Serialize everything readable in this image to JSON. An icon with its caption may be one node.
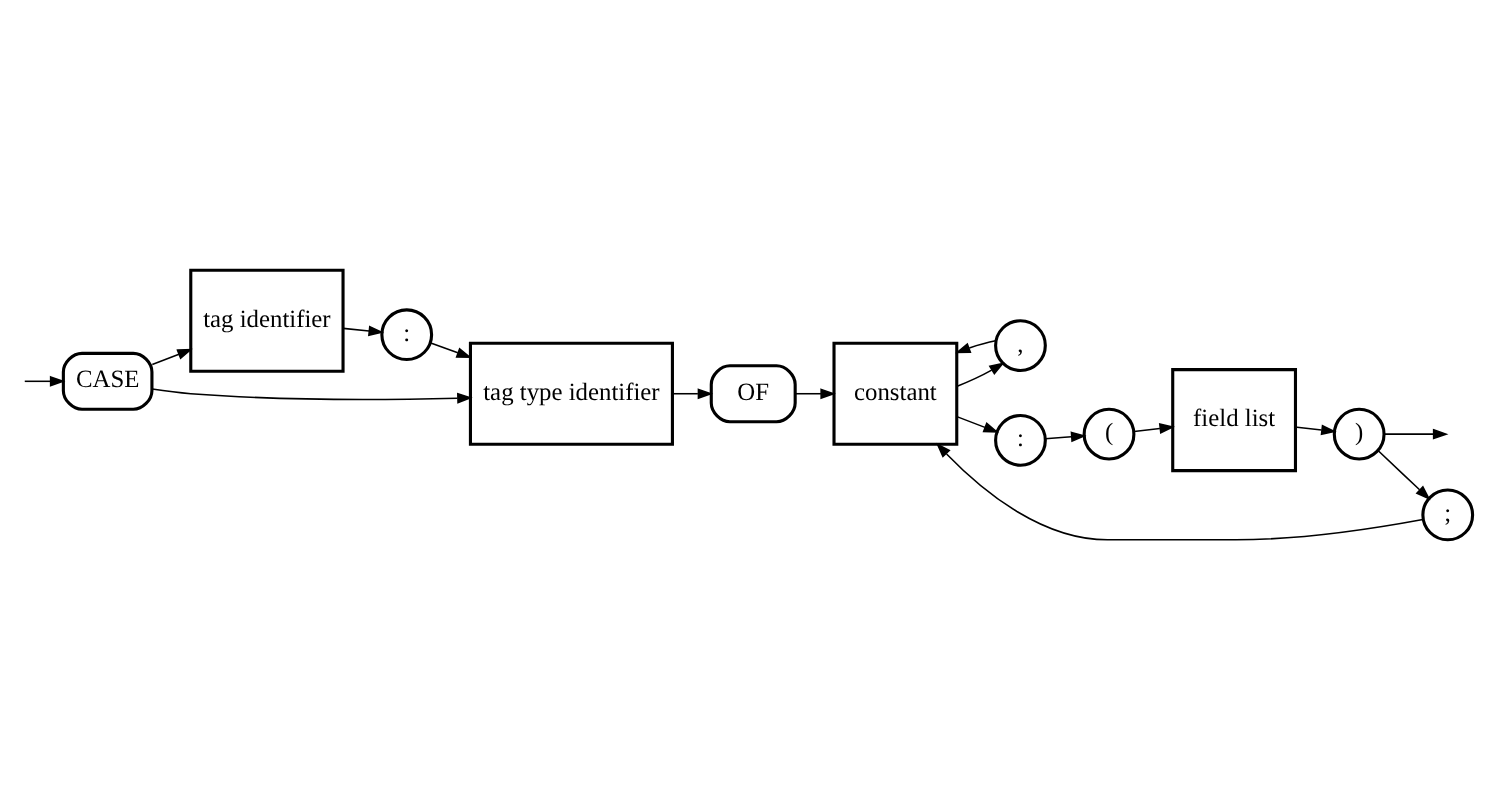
{
  "diagram": {
    "nodes": [
      {
        "text": [
          "CASE"
        ]
      },
      {
        "text": [
          "tag identifier"
        ]
      },
      {
        "text": [
          ":"
        ]
      },
      {
        "text": [
          "tag type identifier"
        ]
      },
      {
        "text": [
          "OF"
        ]
      },
      {
        "text": [
          "constant"
        ]
      },
      {
        "text": [
          ","
        ]
      },
      {
        "text": [
          ":"
        ]
      },
      {
        "text": [
          "("
        ]
      },
      {
        "text": [
          "field list"
        ]
      },
      {
        "text": [
          ")"
        ]
      },
      {
        "text": [
          ";"
        ]
      }
    ],
    "edges": [
      {
        "from": null,
        "to": 0,
        "arrow": "to"
      },
      {
        "from": 0,
        "to": 1,
        "arrow": "to"
      },
      {
        "from": 1,
        "to": 2,
        "arrow": "to"
      },
      {
        "from": 0,
        "to": 3,
        "arrow": "to"
      },
      {
        "from": 2,
        "to": 3,
        "arrow": "to"
      },
      {
        "from": 3,
        "to": 4,
        "arrow": "to"
      },
      {
        "from": 4,
        "to": 5,
        "arrow": "to"
      },
      {
        "from": 5,
        "to": 6,
        "arrow": "to"
      },
      {
        "from": 6,
        "to": 5,
        "arrow": "to"
      },
      {
        "from": 5,
        "to": 7,
        "arrow": "to"
      },
      {
        "from": 7,
        "to": 8,
        "arrow": "to"
      },
      {
        "from": 8,
        "to": 9,
        "arrow": "to"
      },
      {
        "from": 9,
        "to": 10,
        "arrow": "to"
      },
      {
        "from": 10,
        "to": null,
        "arrow": "to"
      },
      {
        "from": 10,
        "to": 11,
        "arrow": "to"
      },
      {
        "from": 11,
        "to": 5,
        "arrow": "to"
      }
    ]
  }
}
